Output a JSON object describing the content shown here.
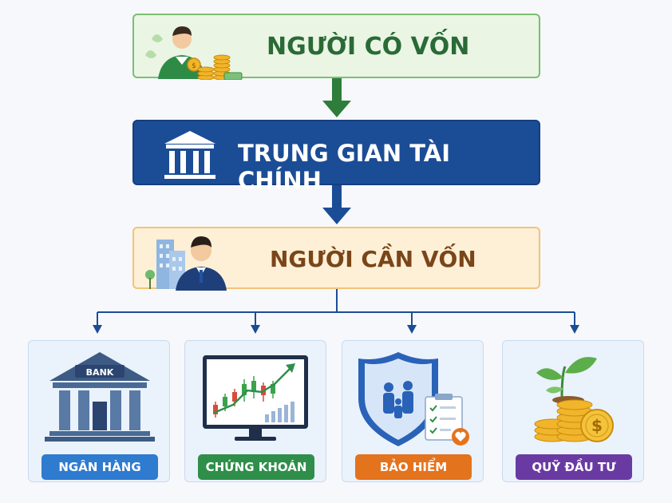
{
  "nodes": {
    "lender": "NGƯỜI CÓ VỐN",
    "intermediary": "TRUNG GIAN TÀI CHÍNH",
    "borrower": "NGƯỜI CẦN VỐN"
  },
  "channels": [
    {
      "label": "NGÂN HÀNG"
    },
    {
      "label": "CHỨNG KHOÁN"
    },
    {
      "label": "BẢO HIỂM"
    },
    {
      "label": "QUỸ ĐẦU TƯ"
    }
  ],
  "bank_sign": "BANK",
  "icons": {
    "lender": "businessman-with-coins-icon",
    "intermediary": "bank-building-icon",
    "borrower": "businessman-with-buildings-icon",
    "bank": "bank-icon",
    "stock": "stock-chart-monitor-icon",
    "insurance": "insurance-shield-family-icon",
    "fund": "plant-coins-icon"
  },
  "colors": {
    "lender_bg": "#eaf5e4",
    "intermediary_bg": "#1b4d96",
    "borrower_bg": "#fdf0d6",
    "bank_pill": "#2e7bcf",
    "stock_pill": "#2f8f4a",
    "insurance_pill": "#e4731e",
    "fund_pill": "#6a3aa3"
  }
}
